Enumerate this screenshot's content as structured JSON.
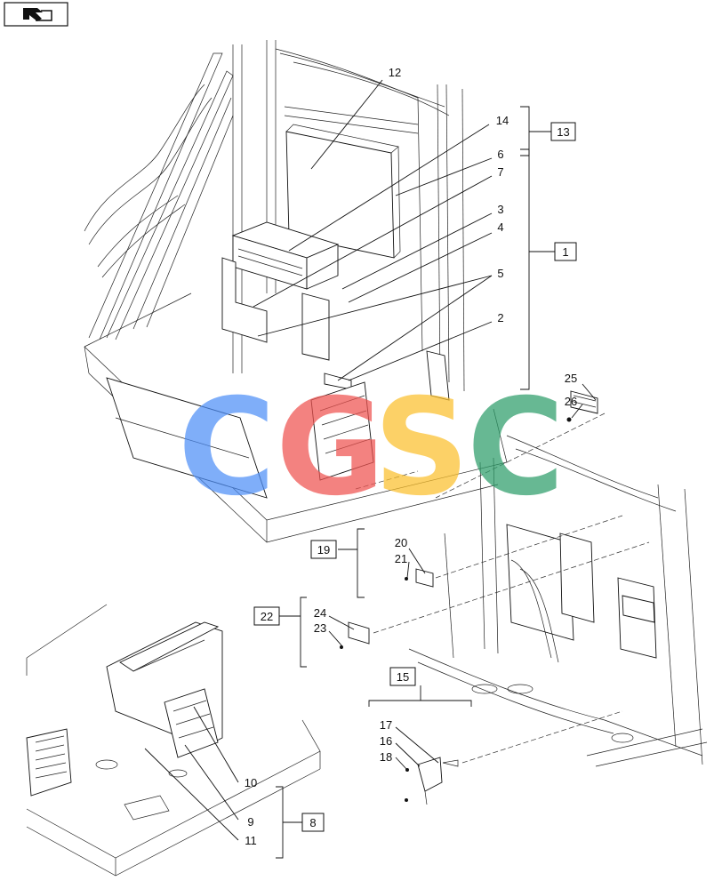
{
  "diagram": {
    "callouts": [
      "1",
      "2",
      "3",
      "4",
      "5",
      "6",
      "7",
      "8",
      "9",
      "10",
      "11",
      "12",
      "13",
      "14",
      "15",
      "16",
      "17",
      "18",
      "19",
      "20",
      "21",
      "22",
      "23",
      "24",
      "25",
      "26"
    ],
    "boxed_callouts": [
      "13",
      "1",
      "19",
      "22",
      "15",
      "8"
    ]
  },
  "watermark": {
    "letters": [
      "C",
      "G",
      "S",
      "C"
    ],
    "colors": [
      "#4f8ff7",
      "#ef5350",
      "#fbc02d",
      "#2e9e6a"
    ]
  },
  "icon": {
    "name": "arrow-to-page-icon"
  }
}
